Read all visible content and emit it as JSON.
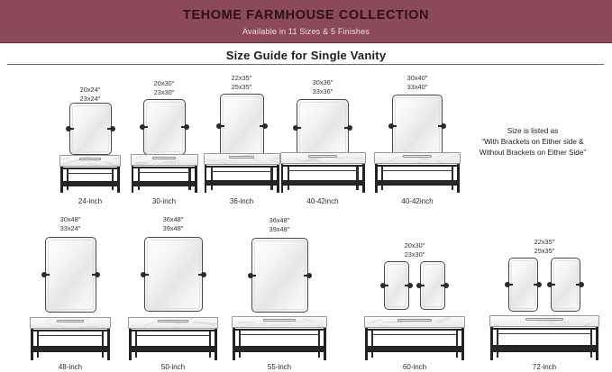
{
  "header": {
    "title": "TEHOME FARMHOUSE COLLECTION",
    "subtitle": "Available in 11 Sizes & 5 Finishes",
    "guide_title": "Size Guide for Single Vanity",
    "band_color": "#8c4a56",
    "rule_color": "#6e6e6e"
  },
  "note": {
    "line1": "Size is listed as",
    "line2": "“With Brackets on Either side &",
    "line3": "Without Brackets on Either Side”"
  },
  "rows": [
    {
      "items": [
        {
          "mirror_size_with": "20x24″",
          "mirror_size_without": "23x24″",
          "vanity_size": "24-inch",
          "mirrors": 1
        },
        {
          "mirror_size_with": "20x30″",
          "mirror_size_without": "23x30″",
          "vanity_size": "30-inch",
          "mirrors": 1
        },
        {
          "mirror_size_with": "22x35″",
          "mirror_size_without": "25x35″",
          "vanity_size": "36-inch",
          "mirrors": 1
        },
        {
          "mirror_size_with": "30x36″",
          "mirror_size_without": "33x36″",
          "vanity_size": "40-42inch",
          "mirrors": 1
        },
        {
          "mirror_size_with": "30x40″",
          "mirror_size_without": "33x40″",
          "vanity_size": "40-42inch",
          "mirrors": 1
        }
      ]
    },
    {
      "items": [
        {
          "mirror_size_with": "30x48″",
          "mirror_size_without": "33x24″",
          "vanity_size": "48-inch",
          "mirrors": 1
        },
        {
          "mirror_size_with": "36x48″",
          "mirror_size_without": "39x48″",
          "vanity_size": "50-inch",
          "mirrors": 1
        },
        {
          "mirror_size_with": "36x48″",
          "mirror_size_without": "39x48″",
          "vanity_size": "55-inch",
          "mirrors": 1
        },
        {
          "mirror_size_with": "20x30″",
          "mirror_size_without": "23x30″",
          "vanity_size": "60-inch",
          "mirrors": 2
        },
        {
          "mirror_size_with": "22x35″",
          "mirror_size_without": "25x35″",
          "vanity_size": "72-inch",
          "mirrors": 2
        }
      ]
    }
  ]
}
